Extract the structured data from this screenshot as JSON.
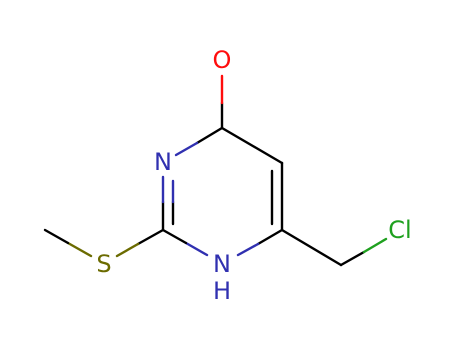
{
  "molecule": {
    "atoms": {
      "oxygen": {
        "symbol": "O",
        "color": "#ff0d0d"
      },
      "nitrogen3": {
        "symbol": "N",
        "color": "#3030b0"
      },
      "nitrogen1": {
        "symbol": "N",
        "color": "#3030b0"
      },
      "nitrogen1_h": {
        "symbol": "H",
        "color": "#3030b0"
      },
      "sulfur": {
        "symbol": "S",
        "color": "#6b6b00"
      },
      "chlorine": {
        "symbol": "Cl",
        "color": "#1fa01f"
      }
    },
    "bond_color": "#000000"
  }
}
